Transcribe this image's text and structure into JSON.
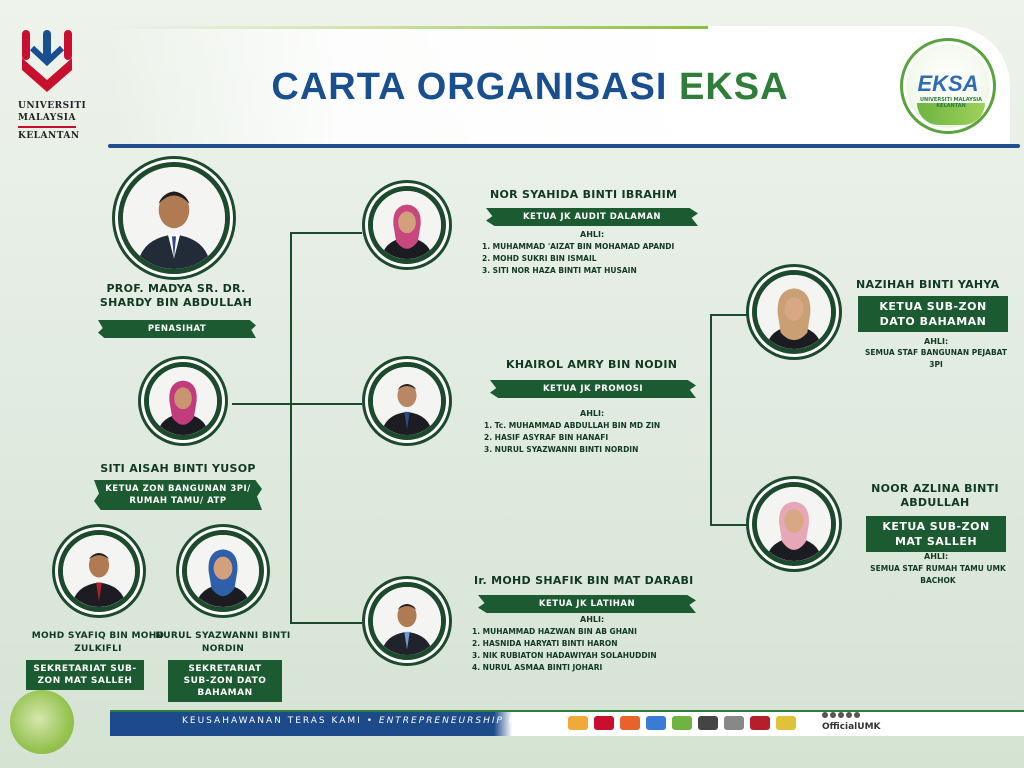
{
  "header": {
    "uni_lines": [
      "UNIVERSITI",
      "MALAYSIA",
      "KELANTAN"
    ],
    "title_part1": "CARTA ORGANISASI",
    "title_part2": "EKSA",
    "eksa_logo_word": "EKSA",
    "eksa_logo_small": "UNIVERSITI MALAYSIA KELANTAN"
  },
  "people": {
    "penasihat": {
      "name": "PROF. MADYA SR. DR. SHARDY BIN ABDULLAH",
      "role": "PENASIHAT"
    },
    "ketua_zon": {
      "name": "SITI AISAH BINTI YUSOP",
      "role": "KETUA ZON BANGUNAN 3PI/ RUMAH TAMU/ ATP"
    },
    "sek_mat_salleh": {
      "name": "MOHD SYAFIQ BIN MOHD ZULKIFLI",
      "role": "SEKRETARIAT SUB-ZON MAT SALLEH"
    },
    "sek_dato_bahaman": {
      "name": "NURUL SYAZWANNI BINTI NORDIN",
      "role": "SEKRETARIAT SUB-ZON DATO BAHAMAN"
    },
    "audit": {
      "name": "NOR SYAHIDA BINTI IBRAHIM",
      "role": "KETUA JK AUDIT DALAMAN",
      "ahli_label": "AHLI:",
      "members": [
        "1. MUHAMMAD 'AIZAT BIN MOHAMAD APANDI",
        "2. MOHD SUKRI BIN ISMAIL",
        "3. SITI NOR HAZA BINTI MAT HUSAIN"
      ]
    },
    "promosi": {
      "name": "KHAIROL AMRY BIN NODIN",
      "role": "KETUA JK PROMOSI",
      "ahli_label": "AHLI:",
      "members": [
        "1. Tc. MUHAMMAD ABDULLAH BIN MD ZIN",
        "2. HASIF ASYRAF BIN HANAFI",
        "3. NURUL SYAZWANNI BINTI NORDIN"
      ]
    },
    "latihan": {
      "name": "Ir. MOHD SHAFIK BIN MAT DARABI",
      "role": "KETUA JK LATIHAN",
      "ahli_label": "AHLI:",
      "members": [
        "1. MUHAMMAD HAZWAN BIN AB GHANI",
        "2. HASNIDA HARYATI BINTI HARON",
        "3. NIK RUBIATON HADAWIYAH SOLAHUDDIN",
        "4. NURUL ASMAA BINTI JOHARI"
      ]
    },
    "dato_bahaman": {
      "name": "NAZIHAH BINTI YAHYA",
      "role": "KETUA SUB-ZON DATO BAHAMAN",
      "ahli_label": "AHLI:",
      "ahli_text": "SEMUA STAF BANGUNAN PEJABAT 3PI"
    },
    "mat_salleh": {
      "name": "NOOR AZLINA BINTI ABDULLAH",
      "role": "KETUA SUB-ZON MAT SALLEH",
      "ahli_label": "AHLI:",
      "ahli_text": "SEMUA STAF RUMAH TAMU UMK BACHOK"
    }
  },
  "footer": {
    "slogan_ms": "KEUSAHAWANAN TERAS KAMI",
    "slogan_sep": "•",
    "slogan_en": "ENTREPRENEURSHIP IS OUR THRUST",
    "official": "OfficialUMK"
  },
  "colors": {
    "dark_green": "#1c5a32",
    "title_blue": "#1a4f8f",
    "title_green": "#2e7d3a",
    "uni_red": "#c8102e"
  }
}
